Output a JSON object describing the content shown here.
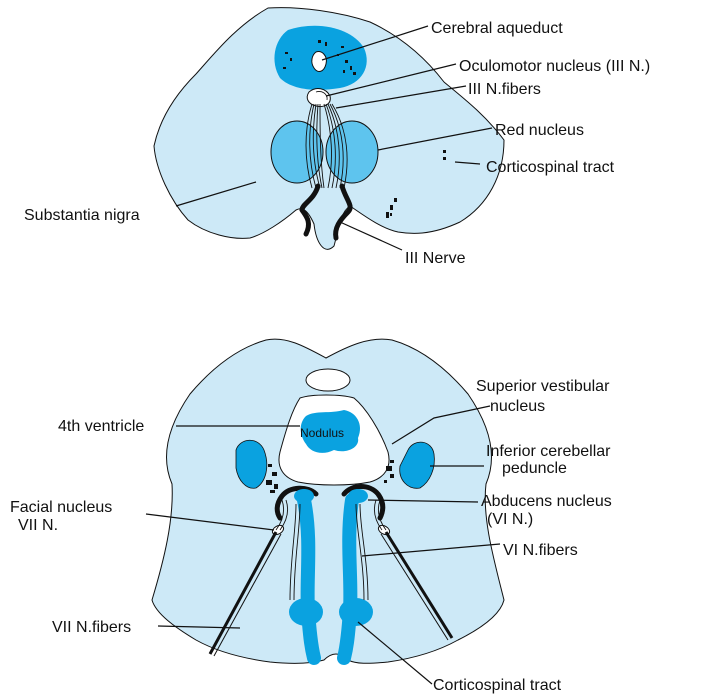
{
  "colors": {
    "tissue": "#cde9f7",
    "nucleus": "#0aa2e0",
    "red_nucleus": "#5ec4ee",
    "fiber": "#111111",
    "outline": "#111111"
  },
  "midbrain": {
    "labels": {
      "cerebral_aqueduct": "Cerebral aqueduct",
      "oculomotor_nucleus": "Oculomotor nucleus (III N.)",
      "iii_fibers": "III N.fibers",
      "red_nucleus": "Red nucleus",
      "corticospinal_tract": "Corticospinal tract",
      "substantia_nigra": "Substantia nigra",
      "iii_nerve": "III Nerve"
    }
  },
  "pons": {
    "labels": {
      "superior_vestibular_1": "Superior vestibular",
      "superior_vestibular_2": "nucleus",
      "fourth_ventricle": "4th ventricle",
      "nodulus": "Nodulus",
      "inferior_cerebellar_1": "Inferior cerebellar",
      "inferior_cerebellar_2": "peduncle",
      "facial_nucleus_1": "Facial nucleus",
      "facial_nucleus_2": "VII N.",
      "abducens_1": "Abducens nucleus",
      "abducens_2": "(VI N.)",
      "vi_fibers": "VI N.fibers",
      "vii_fibers": "VII N.fibers",
      "corticospinal_tract": "Corticospinal tract"
    }
  }
}
